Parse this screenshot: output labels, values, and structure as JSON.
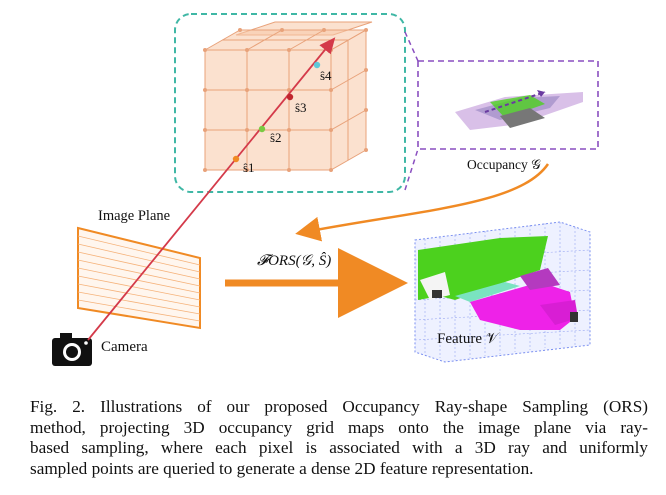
{
  "figure": {
    "labels": {
      "image_plane": "Image Plane",
      "camera": "Camera",
      "occupancy": "Occupancy 𝒢",
      "operator": "𝓕ORS(𝒢, Ŝ)",
      "feature": "Feature 𝒱",
      "s1": "ŝ1",
      "s2": "ŝ2",
      "s3": "ŝ3",
      "s4": "ŝ4"
    },
    "colors": {
      "ray": "#d43a4a",
      "grid_fill": "#f7c9a8",
      "grid_stroke": "#e8a27a",
      "dashed_box": "#3fb7a5",
      "purple_box": "#8a4fc0",
      "arrow_orange": "#f08a24",
      "green": "#4cd11e",
      "magenta": "#ee22e8",
      "blue_grid": "#7a8ff0"
    }
  },
  "caption": {
    "lines": [
      "Fig. 2.  Illustrations of our proposed Occupancy Ray-shape Sampling (ORS)",
      "method, projecting 3D occupancy grid maps onto the image plane via ray-",
      "based sampling, where each pixel is associated with a 3D ray and uniformly",
      "sampled points are queried to generate a dense 2D feature representation."
    ]
  }
}
